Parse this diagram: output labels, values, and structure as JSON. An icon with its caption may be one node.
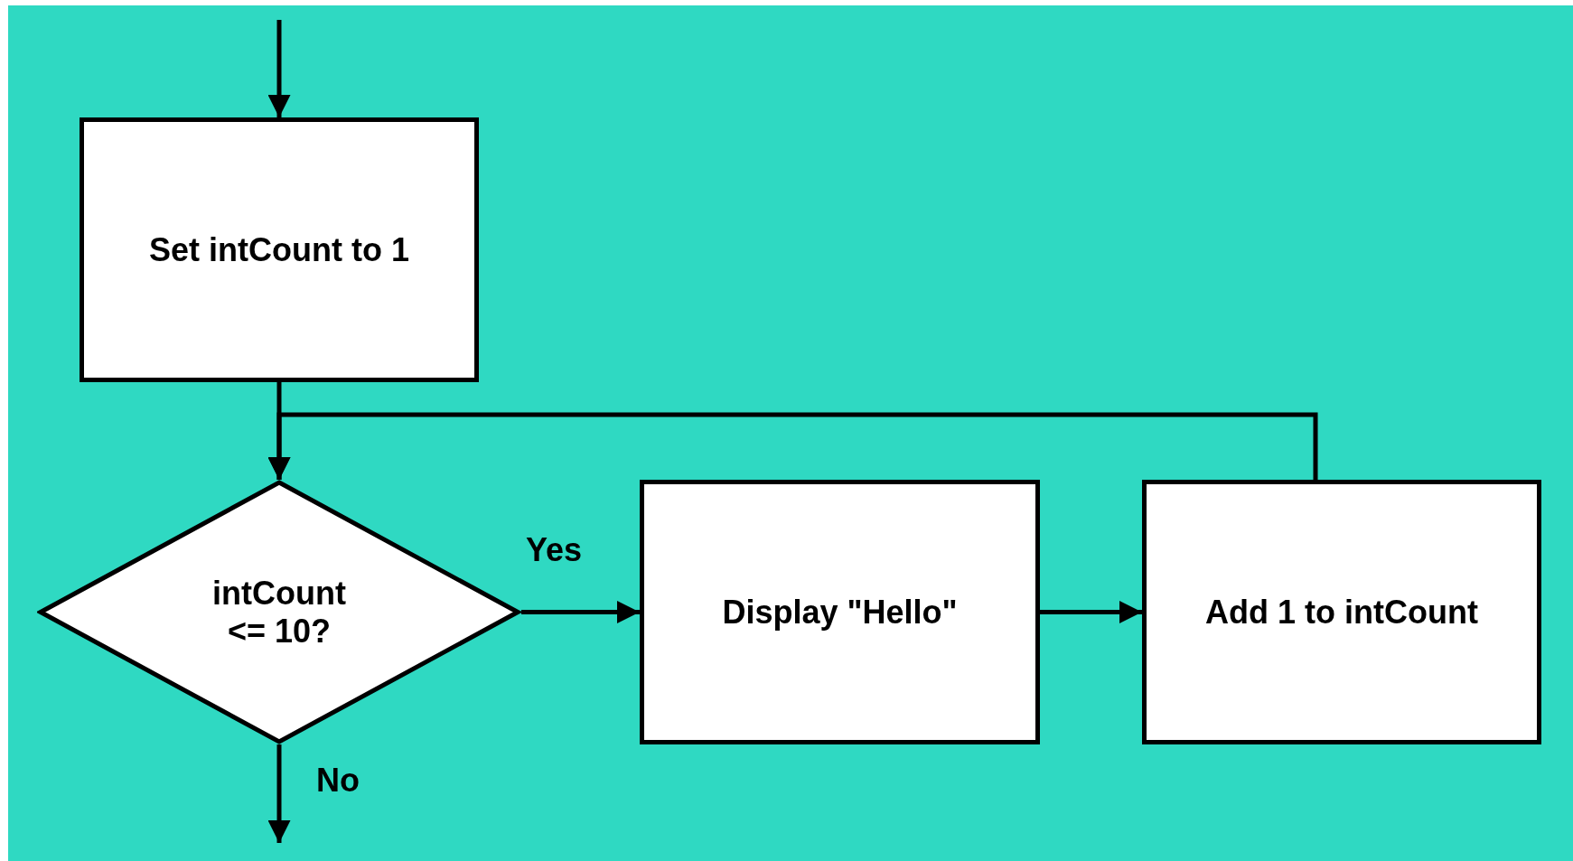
{
  "diagram": {
    "nodes": [
      {
        "text": [
          "Set intCount to 1"
        ]
      },
      {
        "text": [
          "intCount <= 10?"
        ]
      },
      {
        "text": [
          "Display \"Hello\""
        ]
      },
      {
        "text": [
          "Add 1 to intCount"
        ]
      }
    ],
    "edges": [
      {
        "from": null,
        "to": 0,
        "arrow": "to"
      },
      {
        "from": 0,
        "to": 1,
        "arrow": "to"
      },
      {
        "from": 1,
        "to": 2,
        "arrow": "to",
        "label": "Yes"
      },
      {
        "from": 2,
        "to": 3,
        "arrow": "to"
      },
      {
        "from": 3,
        "to": 1,
        "arrow": "to"
      },
      {
        "from": 1,
        "to": null,
        "arrow": "to",
        "label": "No"
      }
    ]
  }
}
